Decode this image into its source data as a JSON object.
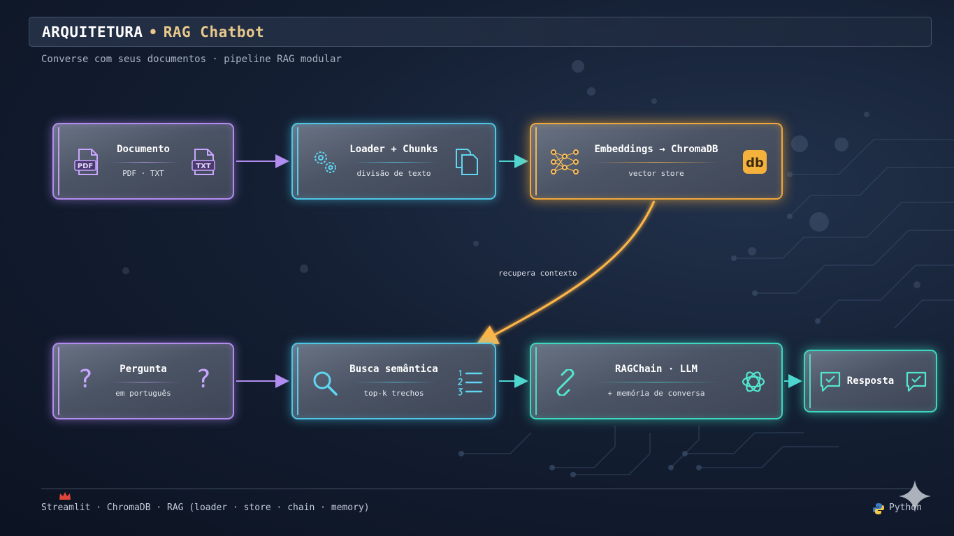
{
  "header": {
    "title_main": "ARQUITETURA",
    "separator": "•",
    "title_accent": "RAG Chatbot"
  },
  "subtitle": "Converse com seus documentos · pipeline RAG modular",
  "nodes": {
    "documento": {
      "title": "Documento",
      "subtitle": "PDF · TXT",
      "icon_left": "pdf-file-icon",
      "icon_right": "txt-file-icon",
      "icon_left_label": "PDF",
      "icon_right_label": "TXT"
    },
    "loader": {
      "title": "Loader + Chunks",
      "subtitle": "divisão de texto",
      "icon_left": "gears-icon",
      "icon_right": "copy-pages-icon"
    },
    "embeddings": {
      "title": "Embeddings → ChromaDB",
      "subtitle": "vector store",
      "icon_left": "neural-network-icon",
      "icon_right": "db-icon",
      "icon_right_label": "db"
    },
    "pergunta": {
      "title": "Pergunta",
      "subtitle": "em português",
      "icon_left": "question-mark-icon",
      "icon_right": "question-mark-icon",
      "glyph": "?"
    },
    "busca": {
      "title": "Busca semântica",
      "subtitle": "top-k trechos",
      "icon_left": "search-icon",
      "icon_right": "numbered-list-icon"
    },
    "ragchain": {
      "title": "RAGChain · LLM",
      "subtitle": "+ memória de conversa",
      "icon_left": "link-icon",
      "icon_right": "openai-logo-icon"
    },
    "resposta": {
      "title": "Resposta",
      "icon_left": "chat-check-icon",
      "icon_right": "chat-check-icon"
    }
  },
  "edges": {
    "context_label": "recupera contexto"
  },
  "footer": {
    "text": "Streamlit · ChromaDB · RAG (loader · store · chain · memory)",
    "right_label": "Python"
  },
  "colors": {
    "purple": "#b38cf0",
    "blue": "#4fc6e6",
    "orange": "#f0a83c",
    "teal": "#3fd6c0",
    "title_accent": "#e8c98c"
  }
}
